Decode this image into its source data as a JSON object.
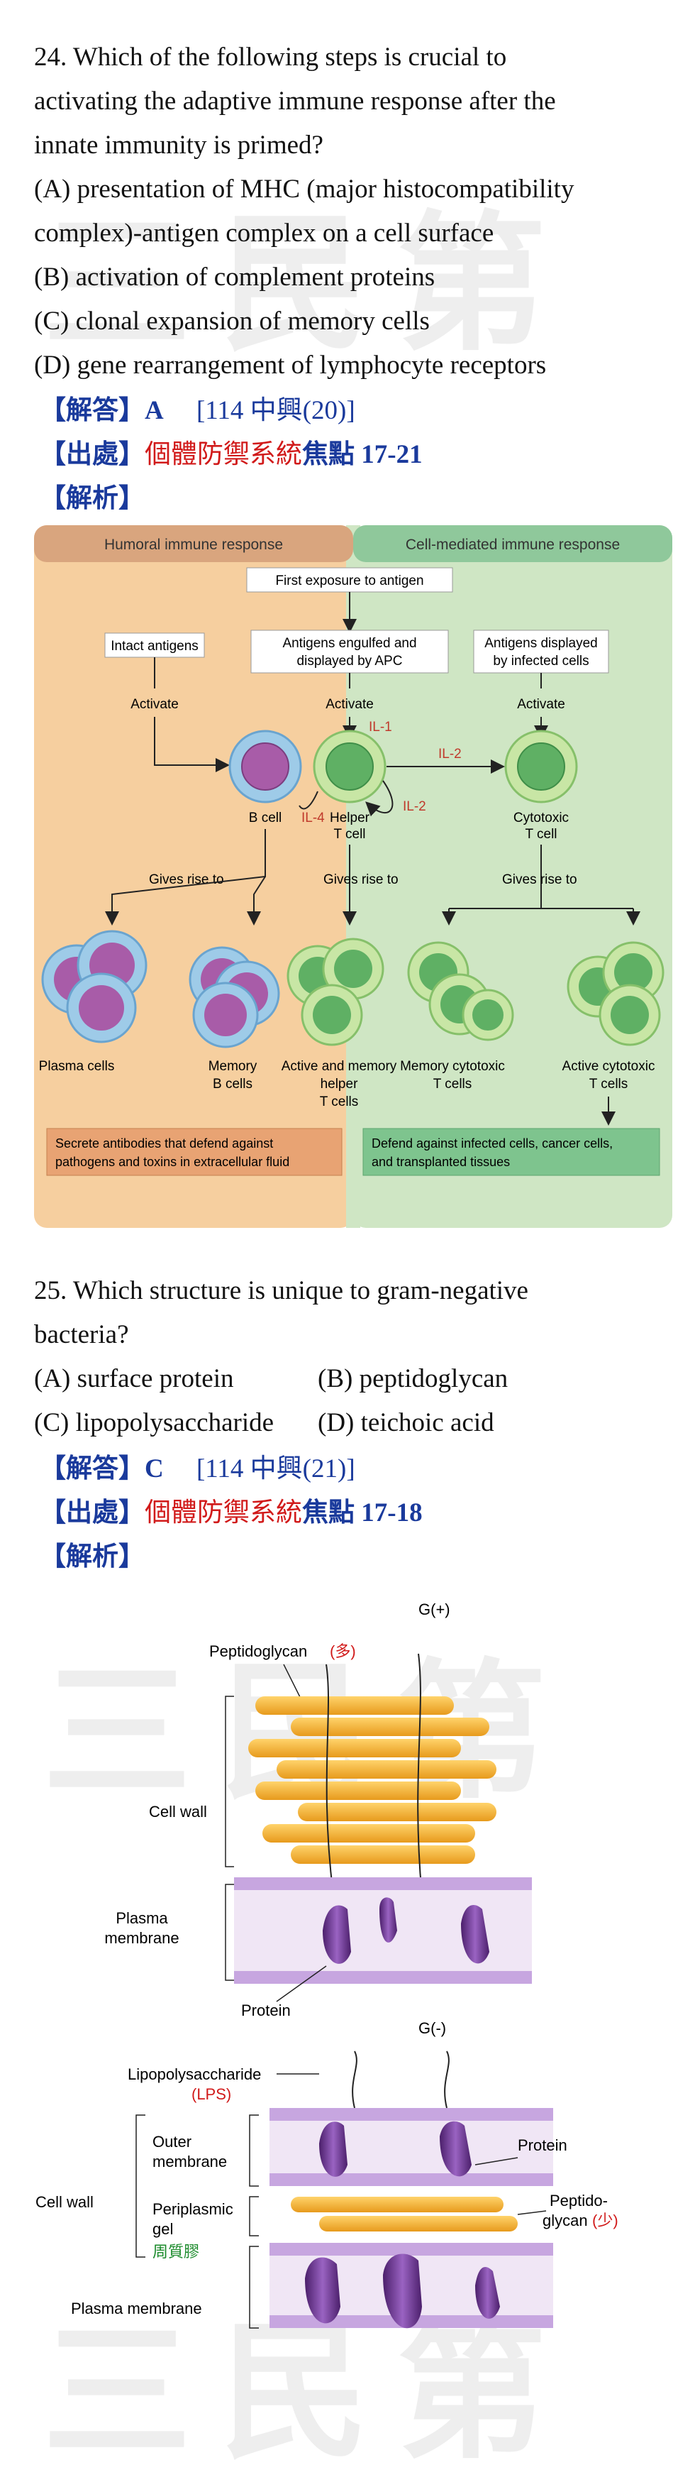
{
  "watermark": {
    "text": "三民第"
  },
  "q24": {
    "lines": [
      "24. Which of the following steps is crucial to",
      "activating the adaptive immune response after the",
      "innate immunity is primed?",
      "(A) presentation of MHC (major histocompatibility",
      "complex)-antigen complex on a cell surface",
      "(B) activation of complement proteins",
      "(C) clonal expansion of memory cells",
      "(D) gene rearrangement of lymphocyte receptors"
    ],
    "answer_label": "【解答】",
    "answer": "A",
    "ref": "[114 中興(20)]",
    "source_label": "【出處】",
    "source_red": "個體防禦系統",
    "source_blue": "焦點 17-21",
    "analysis_label": "【解析】"
  },
  "fig1": {
    "humoral": "Humoral immune response",
    "cell_mediated": "Cell-mediated immune response",
    "first_exposure": "First exposure to antigen",
    "intact": "Intact antigens",
    "engulfed": [
      "Antigens engulfed and",
      "displayed by APC"
    ],
    "displayed": [
      "Antigens displayed",
      "by infected cells"
    ],
    "activate": "Activate",
    "il1": "IL-1",
    "il2": "IL-2",
    "il4": "IL-4",
    "bcell": "B cell",
    "helper": [
      "Helper",
      "T cell"
    ],
    "cytotoxic": [
      "Cytotoxic",
      "T cell"
    ],
    "gives_rise": "Gives rise to",
    "plasma": "Plasma cells",
    "memory_b": [
      "Memory",
      "B cells"
    ],
    "active_memory_helper": [
      "Active and memory",
      "helper",
      "T cells"
    ],
    "memory_cyto": [
      "Memory cytotoxic",
      "T cells"
    ],
    "active_cyto": [
      "Active cytotoxic",
      "T cells"
    ],
    "secrete": [
      "Secrete antibodies that defend against",
      "pathogens and toxins in extracellular fluid"
    ],
    "defend": [
      "Defend against infected cells, cancer cells,",
      "and transplanted tissues"
    ]
  },
  "q25": {
    "lines": [
      "25. Which structure is unique to gram-negative",
      "bacteria?"
    ],
    "options": [
      [
        "(A) surface protein",
        "(B) peptidoglycan"
      ],
      [
        "(C) lipopolysaccharide",
        "(D) teichoic acid"
      ]
    ],
    "answer_label": "【解答】",
    "answer": "C",
    "ref": "[114 中興(21)]",
    "source_label": "【出處】",
    "source_red": "個體防禦系統",
    "source_blue": "焦點 17-18",
    "analysis_label": "【解析】"
  },
  "fig2": {
    "gpos": "G(+)",
    "peptidoglycan": "Peptidoglycan",
    "duo": "(多)",
    "cell_wall": "Cell wall",
    "plasma_membrane": [
      "Plasma",
      "membrane"
    ],
    "protein": "Protein",
    "gneg": "G(-)",
    "lps": "Lipopolysaccharide",
    "lps_abbr": "(LPS)",
    "outer_membrane": [
      "Outer",
      "membrane"
    ],
    "periplasmic": [
      "Periplasmic",
      "gel"
    ],
    "zhou": "周質膠",
    "cell_wall2": "Cell wall",
    "protein2": "Protein",
    "peptido": [
      "Peptido-",
      "glycan"
    ],
    "shao": "(少)",
    "plasma_membrane2": "Plasma membrane"
  }
}
